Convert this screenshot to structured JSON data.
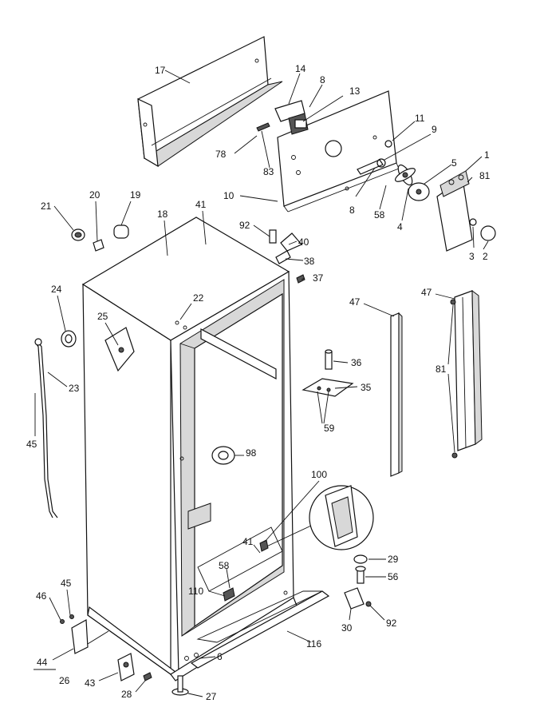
{
  "callouts": [
    {
      "id": "17",
      "text": "17"
    },
    {
      "id": "14",
      "text": "14"
    },
    {
      "id": "8a",
      "text": "8"
    },
    {
      "id": "13",
      "text": "13"
    },
    {
      "id": "11",
      "text": "11"
    },
    {
      "id": "9",
      "text": "9"
    },
    {
      "id": "1",
      "text": "1"
    },
    {
      "id": "5",
      "text": "5"
    },
    {
      "id": "81a",
      "text": "81"
    },
    {
      "id": "78",
      "text": "78"
    },
    {
      "id": "83",
      "text": "83"
    },
    {
      "id": "10",
      "text": "10"
    },
    {
      "id": "8b",
      "text": "8"
    },
    {
      "id": "58a",
      "text": "58"
    },
    {
      "id": "4",
      "text": "4"
    },
    {
      "id": "3",
      "text": "3"
    },
    {
      "id": "2",
      "text": "2"
    },
    {
      "id": "21",
      "text": "21"
    },
    {
      "id": "20",
      "text": "20"
    },
    {
      "id": "19",
      "text": "19"
    },
    {
      "id": "18",
      "text": "18"
    },
    {
      "id": "41a",
      "text": "41"
    },
    {
      "id": "92a",
      "text": "92"
    },
    {
      "id": "40",
      "text": "40"
    },
    {
      "id": "38",
      "text": "38"
    },
    {
      "id": "37",
      "text": "37"
    },
    {
      "id": "24",
      "text": "24"
    },
    {
      "id": "22",
      "text": "22"
    },
    {
      "id": "25",
      "text": "25"
    },
    {
      "id": "47a",
      "text": "47"
    },
    {
      "id": "47b",
      "text": "47"
    },
    {
      "id": "23",
      "text": "23"
    },
    {
      "id": "36",
      "text": "36"
    },
    {
      "id": "81b",
      "text": "81"
    },
    {
      "id": "35",
      "text": "35"
    },
    {
      "id": "45a",
      "text": "45"
    },
    {
      "id": "59",
      "text": "59"
    },
    {
      "id": "98",
      "text": "98"
    },
    {
      "id": "100",
      "text": "100"
    },
    {
      "id": "41b",
      "text": "41"
    },
    {
      "id": "29",
      "text": "29"
    },
    {
      "id": "58b",
      "text": "58"
    },
    {
      "id": "56",
      "text": "56"
    },
    {
      "id": "45b",
      "text": "45"
    },
    {
      "id": "110",
      "text": "110"
    },
    {
      "id": "46",
      "text": "46"
    },
    {
      "id": "30",
      "text": "30"
    },
    {
      "id": "92b",
      "text": "92"
    },
    {
      "id": "116",
      "text": "116"
    },
    {
      "id": "44",
      "text": "44"
    },
    {
      "id": "6",
      "text": "6"
    },
    {
      "id": "26",
      "text": "26"
    },
    {
      "id": "43",
      "text": "43"
    },
    {
      "id": "28",
      "text": "28"
    },
    {
      "id": "27",
      "text": "27"
    }
  ]
}
